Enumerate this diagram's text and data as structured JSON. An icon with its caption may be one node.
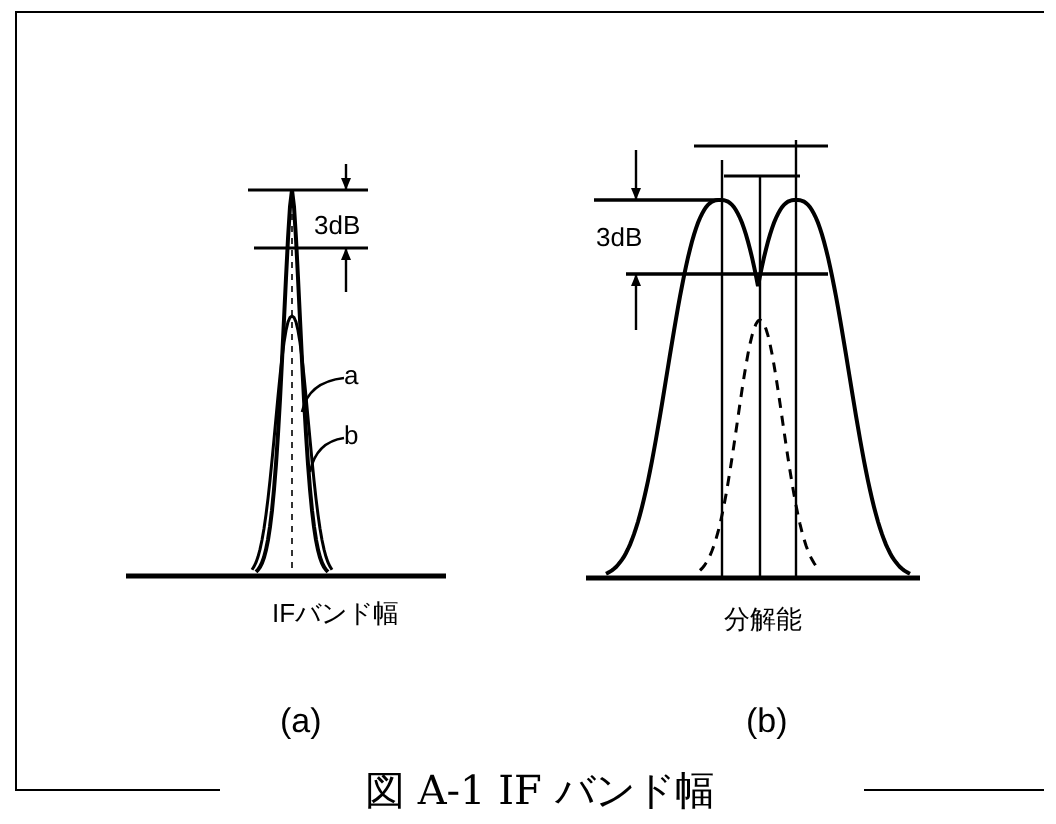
{
  "diagram": {
    "caption": "図 A-1 IF バンド幅",
    "nodes": [
      {
        "text": [
          "a"
        ]
      },
      {
        "text": [
          "b"
        ]
      }
    ],
    "edges": [
      {
        "from": 0,
        "to": null,
        "arrow": "none"
      },
      {
        "from": 1,
        "to": null,
        "arrow": "none"
      }
    ],
    "labels": [
      "3dB",
      "IFバンド幅",
      "3dB",
      "分解能",
      "(a)",
      "(b)"
    ]
  }
}
